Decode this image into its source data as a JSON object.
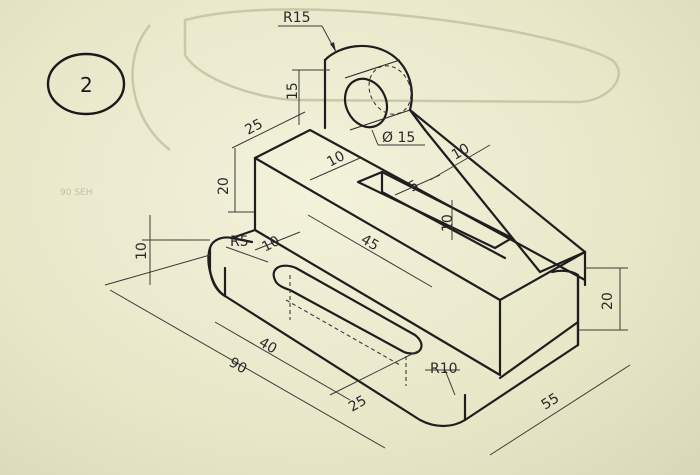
{
  "problem_number": "2",
  "ghost_text": "90 SEH",
  "dimensions": {
    "r15": "R15",
    "d15": "Ø 15",
    "v15": "15",
    "v25": "25",
    "v20_left": "20",
    "v10_slot": "10",
    "v10_rib": "10",
    "v5": "5",
    "v10_vert": "10",
    "v45": "45",
    "r5": "R5",
    "v10_small": "10",
    "v10_left": "10",
    "v40": "40",
    "v90": "90",
    "r10": "R10",
    "v25_bottom": "25",
    "v55": "55",
    "v20_right": "20"
  }
}
